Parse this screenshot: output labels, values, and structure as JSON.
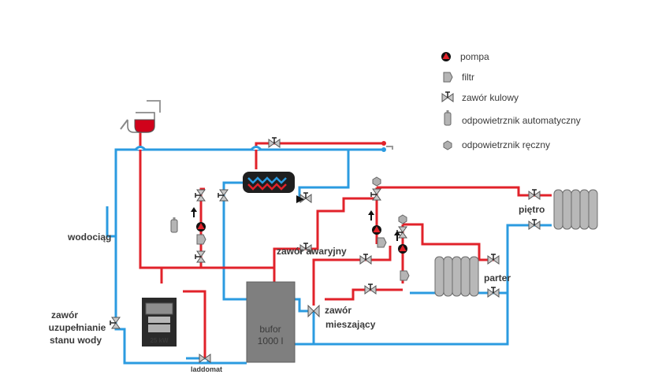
{
  "legend": {
    "pump": "pompa",
    "filter": "filtr",
    "ball_valve": "zawór kulowy",
    "auto_vent": "odpowietrznik automatyczny",
    "manual_vent": "odpowietrznik ręczny"
  },
  "labels": {
    "water_main": "wodociąg",
    "fill_valve_1": "zawór",
    "fill_valve_2": "uzupełnianie",
    "fill_valve_3": "stanu wody",
    "boiler_power": "25 kW",
    "laddomat": "laddomat",
    "buffer_1": "bufor",
    "buffer_2": "1000 l",
    "emergency_valve": "zawór awaryjny",
    "mixing_valve_1": "zawór",
    "mixing_valve_2": "mieszający",
    "upstairs": "piętro",
    "ground_floor": "parter"
  },
  "colors": {
    "hot": "#e1222a",
    "cold": "#2b9be0",
    "device": "#7f7f7f"
  }
}
